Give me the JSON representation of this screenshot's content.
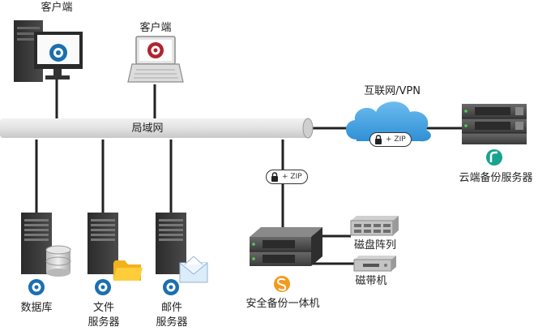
{
  "nodes": {
    "desktop_client": {
      "label": "客户端"
    },
    "laptop_client": {
      "label": "客户端"
    },
    "lan": {
      "label": "局域网"
    },
    "internet": {
      "label": "互联网/VPN"
    },
    "cloud_server": {
      "label": "云端备份服务器"
    },
    "database": {
      "label": "数据库"
    },
    "file_server": {
      "label_line1": "文件",
      "label_line2": "服务器"
    },
    "mail_server": {
      "label_line1": "邮件",
      "label_line2": "服务器"
    },
    "backup_appliance": {
      "label": "安全备份一体机"
    },
    "disk_array": {
      "label": "磁盘阵列"
    },
    "tape_drive": {
      "label": "磁带机"
    }
  },
  "links": {
    "lan_to_appliance": {
      "tag": "+ ZIP"
    },
    "lan_to_cloud": {
      "tag": "+ ZIP"
    }
  },
  "colors": {
    "agent_blue": "#1a6fb0",
    "laptop_red": "#b0242e",
    "appliance_orange": "#f39a1e",
    "cloud_teal": "#17a38d",
    "cloud_blue": "#4aa3df",
    "lan_pipe": "#d9d9d9"
  }
}
